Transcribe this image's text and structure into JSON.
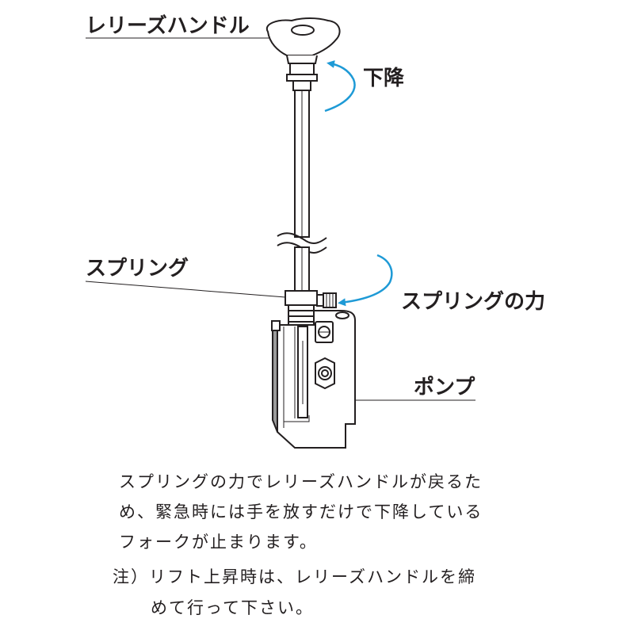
{
  "labels": {
    "release_handle": "レリーズハンドル",
    "descend": "下降",
    "spring": "スプリング",
    "spring_force": "スプリングの力",
    "pump": "ポンプ"
  },
  "description": {
    "line1": "スプリングの力でレリーズハンドルが戻るた",
    "line2": "め、緊急時には手を放すだけで下降している",
    "line3": "フォークが止まります。",
    "note_line1": "注）リフト上昇時は、レリーズハンドルを締",
    "note_line2": "めて行って下さい。"
  },
  "colors": {
    "line": "#231f20",
    "arrow": "#1e9ad6",
    "shade": "#9a9a9a"
  }
}
